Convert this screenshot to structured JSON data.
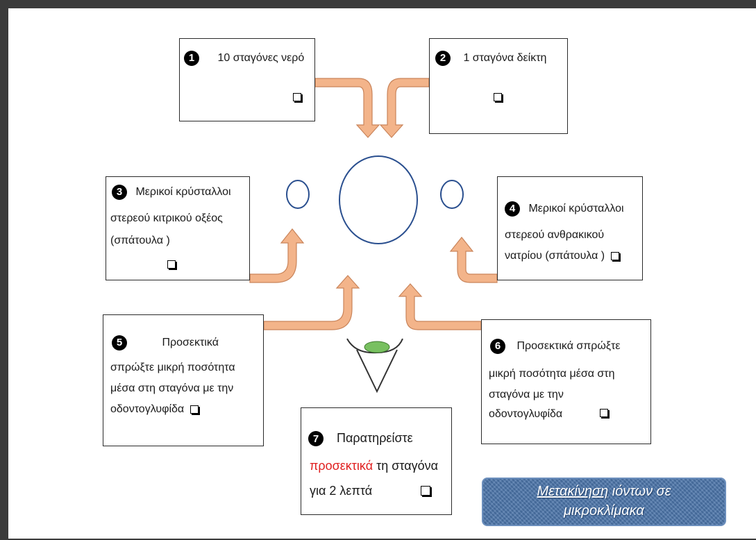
{
  "steps": [
    {
      "num": "1",
      "text": "10 σταγόνες νερό"
    },
    {
      "num": "2",
      "text": "1 σταγόνα δείκτη"
    },
    {
      "num": "3",
      "lines": [
        "Μερικοί κρύσταλλοι",
        "στερεού κιτρικού οξέος",
        "(σπάτουλα )"
      ]
    },
    {
      "num": "4",
      "lines": [
        "Μερικοί κρύσταλλοι",
        "στερεού ανθρακικού",
        "νατρίου (σπάτουλα )"
      ]
    },
    {
      "num": "5",
      "lines": [
        "Προσεκτικά",
        "σπρώξτε μικρή ποσότητα",
        "μέσα στη σταγόνα με την",
        "οδοντογλυφίδα"
      ]
    },
    {
      "num": "6",
      "lines": [
        "Προσεκτικά σπρώξτε",
        "μικρή ποσότητα μέσα στη",
        "σταγόνα με την",
        "οδοντογλυφίδα"
      ]
    },
    {
      "num": "7",
      "line1": "Παρατηρείστε",
      "highlight": "προσεκτικά",
      "line2_rest": " τη σταγόνα",
      "line3": "για 2 λεπτά"
    }
  ],
  "title": {
    "underlined": "Μετακίνηση",
    "rest1": " ιόντων σε",
    "line2": "μικροκλίμακα"
  },
  "colors": {
    "arrow_fill": "#f3b48a",
    "arrow_stroke": "#c9845a",
    "circle_stroke": "#2a4f8f",
    "eye_fill": "#78c060",
    "highlight_text": "#e02020",
    "title_bg": "#4a73a8"
  }
}
